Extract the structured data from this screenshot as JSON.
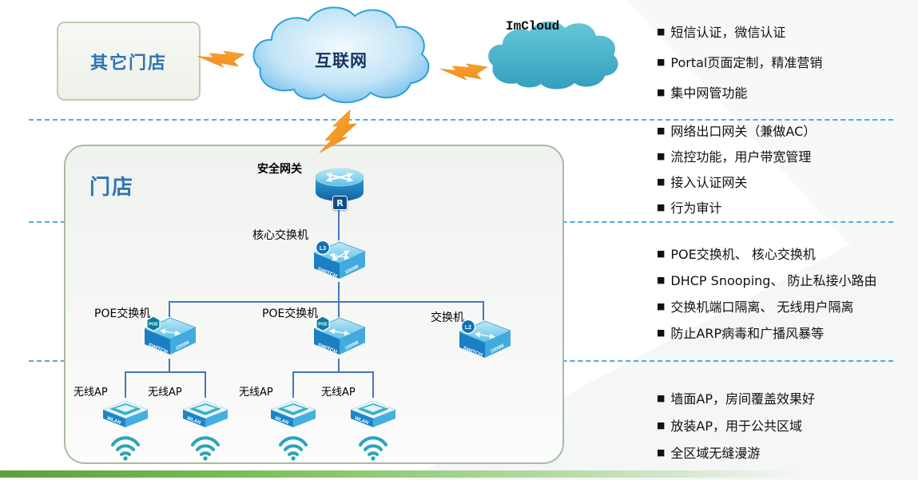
{
  "colors": {
    "accent_blue": "#2e74b5",
    "cloud_blue": "#58b2e8",
    "imcloud_teal": "#45b4c8",
    "bolt_orange": "#f6a21d",
    "line_blue": "#4677b8",
    "dash_blue": "#2f9fd8",
    "green_bar": "#6fae4b"
  },
  "nodes": {
    "other_stores": "其它门店",
    "internet": "互联网",
    "imcloud": "ImCloud",
    "store": "门店",
    "gateway": {
      "label": "安全网关",
      "badge": "R"
    },
    "core_switch": {
      "label": "核心交换机",
      "badge": "L3",
      "face1": "SWITCH",
      "face2": "1000M"
    },
    "poe_switch_left": {
      "label": "POE交换机",
      "badge": "POE",
      "face1": "SWITCH",
      "face2": "1000M"
    },
    "poe_switch_mid": {
      "label": "POE交换机",
      "badge": "POE",
      "face1": "SWITCH",
      "face2": "1000M"
    },
    "l2_switch": {
      "label": "交换机",
      "badge": "L2",
      "face1": "SWITCH",
      "face2": "1000M"
    },
    "ap1": {
      "label": "无线AP",
      "tag": "WLAN"
    },
    "ap2": {
      "label": "无线AP",
      "tag": "WLAN"
    },
    "ap3": {
      "label": "无线AP",
      "tag": "WLAN"
    },
    "ap4": {
      "label": "无线AP",
      "tag": "WLAN"
    }
  },
  "features": {
    "bullet": "■",
    "groups": [
      {
        "items": [
          "短信认证，微信认证",
          "Portal页面定制，精准营销",
          "集中网管功能"
        ]
      },
      {
        "items": [
          "网络出口网关（兼做AC）",
          "流控功能，用户带宽管理",
          "接入认证网关",
          "行为审计"
        ]
      },
      {
        "items": [
          "POE交换机、 核心交换机",
          "DHCP Snooping、 防止私接小路由",
          "交换机端口隔离、 无线用户隔离",
          "防止ARP病毒和广播风暴等"
        ]
      },
      {
        "items": [
          "墙面AP，房间覆盖效果好",
          "放装AP，用于公共区域",
          "全区域无缝漫游"
        ]
      }
    ]
  }
}
